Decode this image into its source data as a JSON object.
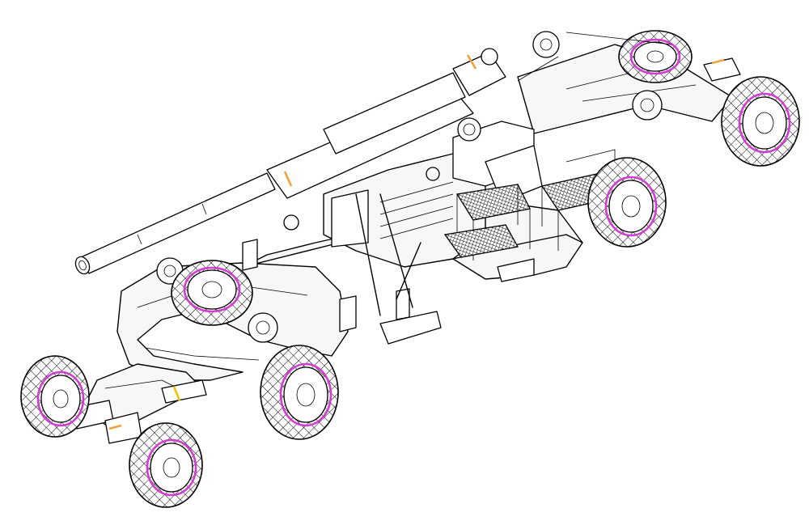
{
  "figure": {
    "colors": {
      "line": "#000000",
      "background": "#ffffff",
      "accent_magenta": "#d23cd2",
      "accent_orange": "#f0a23a",
      "accent_yellow": "#f2c200"
    },
    "wheels": [
      {
        "id": "front-left"
      },
      {
        "id": "front-right"
      },
      {
        "id": "middle-left"
      },
      {
        "id": "rear-left"
      },
      {
        "id": "rear-right"
      },
      {
        "id": "rear-inner"
      },
      {
        "id": "spare"
      }
    ]
  }
}
